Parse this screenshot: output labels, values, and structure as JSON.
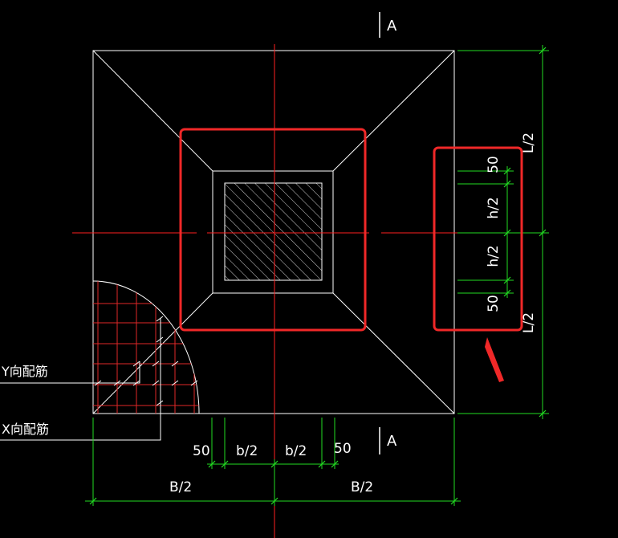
{
  "colors": {
    "background": "#000000",
    "outline": "#ffffff",
    "centerline": "#ff2020",
    "rebar": "#e02828",
    "dimension": "#22dd22",
    "highlight": "#f02828"
  },
  "section_marks": {
    "top": "A",
    "bottom": "A"
  },
  "bottom_dims": {
    "left_cover": "50",
    "b_half_left": "b/2",
    "b_half_right": "b/2",
    "right_cover": "50",
    "B_half_left": "B/2",
    "B_half_right": "B/2"
  },
  "right_dims": {
    "L_half_top": "L/2",
    "L_half_bottom": "L/2",
    "top_cover": "50",
    "h_half_top": "h/2",
    "h_half_bottom": "h/2",
    "bottom_cover": "50"
  },
  "rebar_labels": {
    "y_direction": "Y向配筋",
    "x_direction": "X向配筋"
  },
  "highlight": {
    "arrow_icon": "red-arrow-icon"
  }
}
